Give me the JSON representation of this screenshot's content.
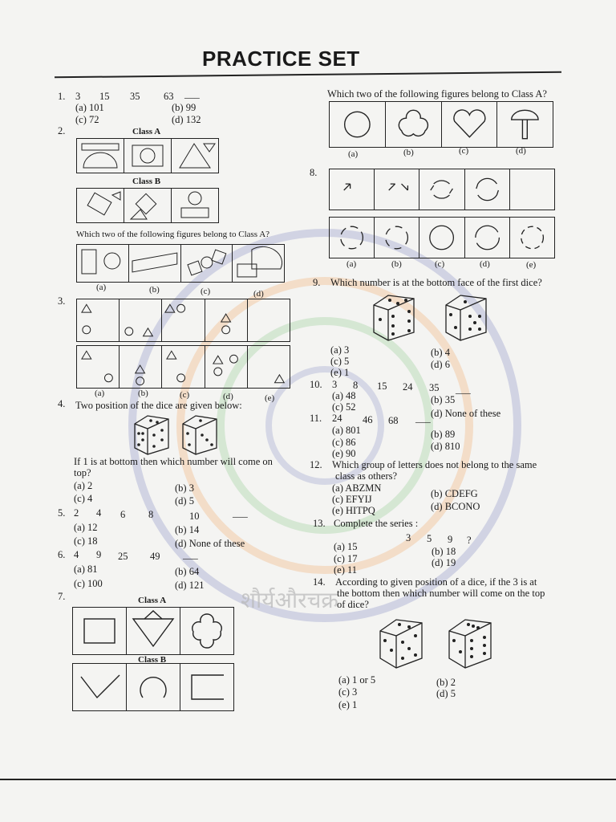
{
  "title": "PRACTICE SET",
  "watermark": "शौर्यऔरचक्र",
  "q1": {
    "num": "1.",
    "series": [
      "3",
      "15",
      "35",
      "63",
      "___"
    ],
    "a": "(a) 101",
    "b": "(b) 99",
    "c": "(c) 72",
    "d": "(d) 132"
  },
  "q2": {
    "num": "2.",
    "class_a": "Class A",
    "class_b": "Class B",
    "question": "Which two of the following figures belong to Class A?",
    "opts": [
      "(a)",
      "(b)",
      "(c)",
      "(d)"
    ]
  },
  "q3": {
    "num": "3.",
    "opts": [
      "(a)",
      "(b)",
      "(c)",
      "(d)",
      "(e)"
    ]
  },
  "q4": {
    "num": "4.",
    "question": "Two position of the dice are given below:",
    "text1": "If 1 is at bottom then which number will come on",
    "text2": "top?",
    "a": "(a) 2",
    "b": "(b) 3",
    "c": "(c) 4",
    "d": "(d) 5"
  },
  "q5": {
    "num": "5.",
    "series": [
      "2",
      "4",
      "6",
      "8",
      "10",
      "___"
    ],
    "a": "(a) 12",
    "b": "(b) 14",
    "c": "(c) 18",
    "d": "(d) None of these"
  },
  "q6": {
    "num": "6.",
    "series": [
      "4",
      "9",
      "25",
      "49",
      "___"
    ],
    "a": "(a) 81",
    "b": "(b) 64",
    "c": "(c) 100",
    "d": "(d) 121"
  },
  "q7": {
    "num": "7.",
    "class_a": "Class A",
    "class_b": "Class B",
    "question": "Which two of the following figures belong to Class A?",
    "opts": [
      "(a)",
      "(b)",
      "(c)",
      "(d)"
    ]
  },
  "q8": {
    "num": "8.",
    "opts": [
      "(a)",
      "(b)",
      "(c)",
      "(d)",
      "(e)"
    ]
  },
  "q9": {
    "num": "9.",
    "question": "Which number is at the bottom face of the first dice?",
    "a": "(a) 3",
    "b": "(b) 4",
    "c": "(c) 5",
    "d": "(d) 6",
    "e": "(e) 1"
  },
  "q10": {
    "num": "10.",
    "series": [
      "3",
      "8",
      "15",
      "24",
      "35",
      "___"
    ],
    "a": "(a) 48",
    "b": "(b) 35",
    "c": "(c) 52",
    "d": "(d) None of these"
  },
  "q11": {
    "num": "11.",
    "series": [
      "24",
      "46",
      "68",
      "___"
    ],
    "a": "(a) 801",
    "b": "(b) 89",
    "c": "(c) 86",
    "d": "(d) 810",
    "e": "(e) 90"
  },
  "q12": {
    "num": "12.",
    "question1": "Which group of letters does not belong to the same",
    "question2": "class as others?",
    "a": "(a) ABZMN",
    "b": "(b) CDEFG",
    "c": "(c) EFYIJ",
    "d": "(d) BCONO",
    "e": "(e) HITPQ"
  },
  "q13": {
    "num": "13.",
    "question": "Complete the series :",
    "series": [
      "3",
      "5",
      "9",
      "?"
    ],
    "a": "(a) 15",
    "b": "(b) 18",
    "c": "(c) 17",
    "d": "(d) 19",
    "e": "(e) 11"
  },
  "q14": {
    "num": "14.",
    "q1": "According to given position of a dice, if the 3 is at",
    "q2": "the bottom then which number will come on the top",
    "q3": "of dice?",
    "a": "(a) 1 or 5",
    "b": "(b) 2",
    "c": "(c) 3",
    "d": "(d) 5",
    "e": "(e) 1"
  },
  "colors": {
    "ink": "#1a1a1a",
    "watermark_blue": "#8f96c8",
    "watermark_orange": "#f0b27a",
    "watermark_green": "#9ccf9c"
  }
}
